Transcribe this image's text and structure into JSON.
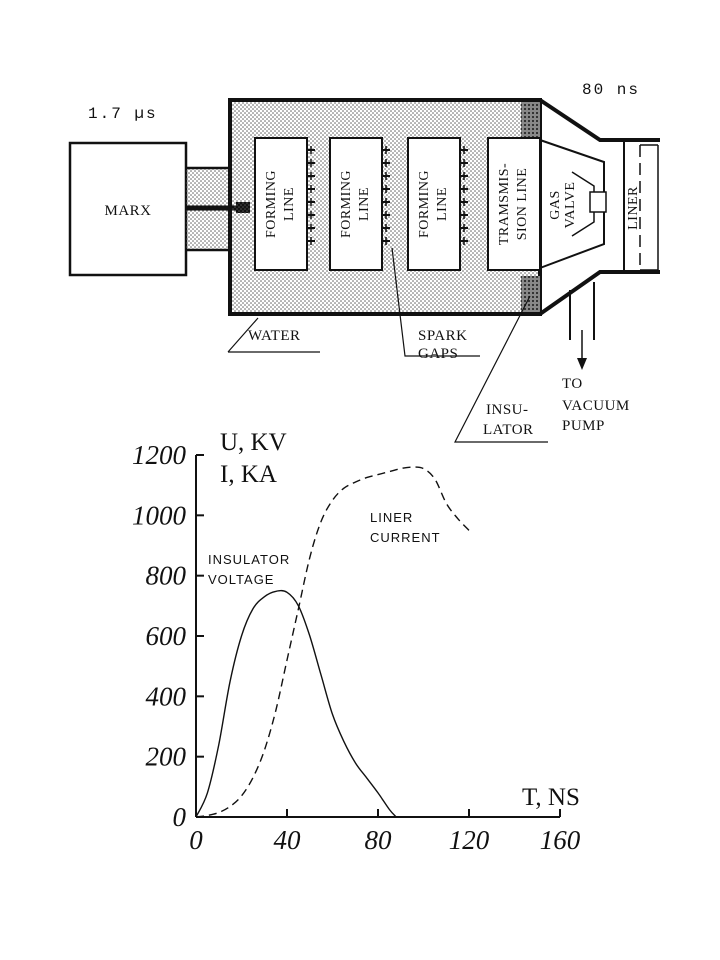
{
  "diagram": {
    "marx_time": "1.7 µs",
    "output_time": "80 ns",
    "marx": "MARX",
    "forming_line_1": [
      "FORMING",
      "LINE"
    ],
    "forming_line_2": [
      "FORMING",
      "LINE"
    ],
    "forming_line_3": [
      "FORMING",
      "LINE"
    ],
    "transmission_line": [
      "TRAMSMIS-",
      "SION LINE"
    ],
    "gas_valve": [
      "GAS",
      "VALVE"
    ],
    "liner": "LINER",
    "water": "WATER",
    "spark_gaps": [
      "SPARK",
      "GAPS"
    ],
    "insulator": [
      "INSU-",
      "LATOR"
    ],
    "vacuum_pump": [
      "TO",
      "VACUUM",
      "PUMP"
    ]
  },
  "chart_data": {
    "type": "line",
    "ylabel_lines": [
      "U, KV",
      "I, KA"
    ],
    "xlabel": "T, NS",
    "xlim": [
      0,
      160
    ],
    "ylim": [
      0,
      1200
    ],
    "x_ticks": [
      "0",
      "40",
      "80",
      "120",
      "160"
    ],
    "y_ticks": [
      "0",
      "200",
      "400",
      "600",
      "800",
      "1000",
      "1200"
    ],
    "grid": false,
    "series": [
      {
        "name": "INSULATOR VOLTAGE",
        "label_lines": [
          "INSULATOR",
          "VOLTAGE"
        ],
        "style": "solid",
        "x": [
          0,
          5,
          10,
          15,
          20,
          25,
          30,
          35,
          40,
          45,
          50,
          55,
          60,
          65,
          70,
          75,
          80,
          85,
          88
        ],
        "y": [
          0,
          80,
          240,
          450,
          600,
          690,
          730,
          748,
          745,
          700,
          600,
          470,
          340,
          250,
          180,
          130,
          80,
          25,
          0
        ]
      },
      {
        "name": "LINER CURRENT",
        "label_lines": [
          "LINER",
          "CURRENT"
        ],
        "style": "dashed",
        "x": [
          0,
          5,
          10,
          15,
          20,
          25,
          30,
          35,
          40,
          45,
          50,
          55,
          60,
          65,
          70,
          75,
          80,
          85,
          90,
          95,
          100,
          105,
          110,
          115,
          120
        ],
        "y": [
          0,
          5,
          15,
          35,
          70,
          130,
          220,
          350,
          520,
          690,
          860,
          980,
          1050,
          1090,
          1110,
          1125,
          1135,
          1145,
          1155,
          1160,
          1155,
          1120,
          1040,
          990,
          950
        ]
      }
    ]
  }
}
